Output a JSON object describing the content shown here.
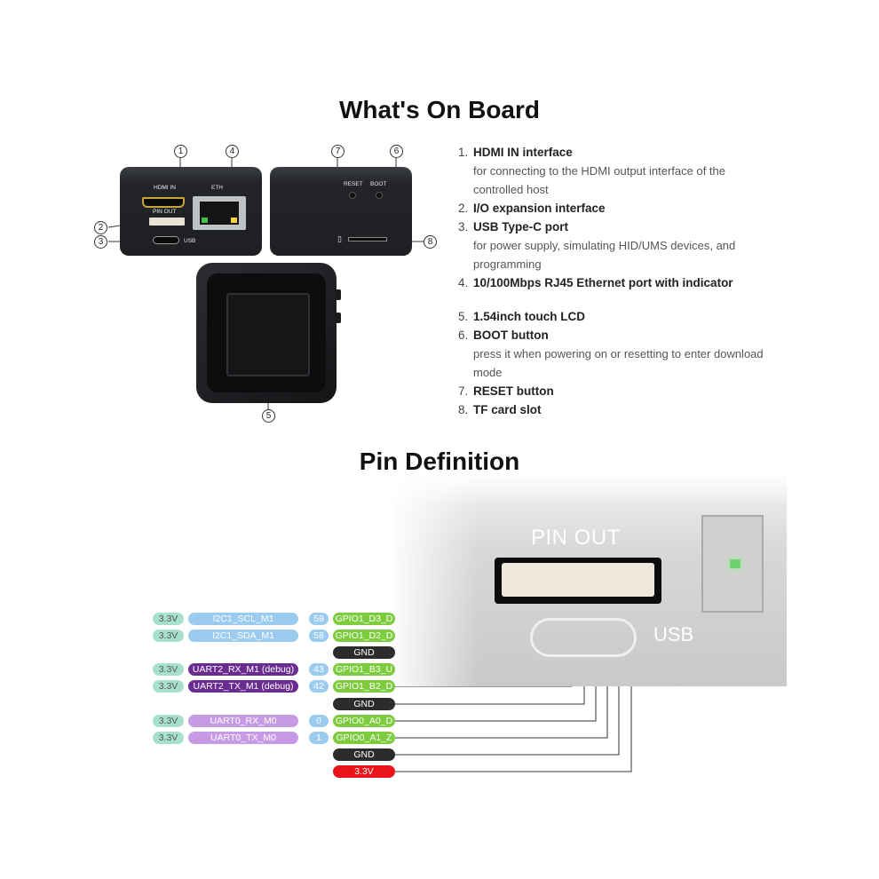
{
  "titles": {
    "board": "What's On Board",
    "pin": "Pin Definition"
  },
  "device_labels": {
    "hdmi_in": "HDMI IN",
    "pin_out": "PIN OUT",
    "usb": "USB",
    "eth": "ETH",
    "reset": "RESET",
    "boot": "BOOT"
  },
  "callouts": [
    "1",
    "2",
    "3",
    "4",
    "5",
    "6",
    "7",
    "8"
  ],
  "features": [
    {
      "num": "1.",
      "name": "HDMI IN interface",
      "desc": "for connecting to the HDMI output interface of the controlled host"
    },
    {
      "num": "2.",
      "name": "I/O expansion interface",
      "desc": ""
    },
    {
      "num": "3.",
      "name": "USB Type-C port",
      "desc": "for power supply, simulating HID/UMS devices, and programming"
    },
    {
      "num": "4.",
      "name": "10/100Mbps RJ45 Ethernet port with indicator",
      "desc": ""
    },
    {
      "num": "5.",
      "name": "1.54inch touch LCD",
      "desc": ""
    },
    {
      "num": "6.",
      "name": "BOOT button",
      "desc": "press it when powering on or resetting to enter download mode"
    },
    {
      "num": "7.",
      "name": "RESET button",
      "desc": ""
    },
    {
      "num": "8.",
      "name": "TF card slot",
      "desc": ""
    }
  ],
  "pin_photo": {
    "pin_out_label": "PIN OUT",
    "usb_label": "USB"
  },
  "pins": [
    {
      "volt": "3.3V",
      "func": "I2C1_SCL_M1",
      "func_type": "i2c",
      "num": "59",
      "gpio": "GPIO1_D3_D",
      "kind": "gpio"
    },
    {
      "volt": "3.3V",
      "func": "I2C1_SDA_M1",
      "func_type": "i2c",
      "num": "58",
      "gpio": "GPIO1_D2_D",
      "kind": "gpio"
    },
    {
      "volt": "",
      "func": "",
      "func_type": "",
      "num": "",
      "gpio": "GND",
      "kind": "gnd"
    },
    {
      "volt": "3.3V",
      "func": "UART2_RX_M1 (debug)",
      "func_type": "uart2",
      "num": "43",
      "gpio": "GPIO1_B3_U",
      "kind": "gpio"
    },
    {
      "volt": "3.3V",
      "func": "UART2_TX_M1 (debug)",
      "func_type": "uart2",
      "num": "42",
      "gpio": "GPIO1_B2_D",
      "kind": "gpio"
    },
    {
      "volt": "",
      "func": "",
      "func_type": "",
      "num": "",
      "gpio": "GND",
      "kind": "gnd"
    },
    {
      "volt": "3.3V",
      "func": "UART0_RX_M0",
      "func_type": "uart0",
      "num": "0",
      "gpio": "GPIO0_A0_D",
      "kind": "gpio"
    },
    {
      "volt": "3.3V",
      "func": "UART0_TX_M0",
      "func_type": "uart0",
      "num": "1",
      "gpio": "GPIO0_A1_Z",
      "kind": "gpio"
    },
    {
      "volt": "",
      "func": "",
      "func_type": "",
      "num": "",
      "gpio": "GND",
      "kind": "gnd"
    },
    {
      "volt": "",
      "func": "",
      "func_type": "",
      "num": "",
      "gpio": "3.3V",
      "kind": "power"
    }
  ],
  "colors": {
    "volt": "#a8e0cf",
    "i2c": "#9ccbf0",
    "uart2": "#6a2c91",
    "uart0": "#c79ae6",
    "gpio": "#7ccc3e",
    "gnd": "#2c2c2c",
    "power": "#e8151b"
  }
}
